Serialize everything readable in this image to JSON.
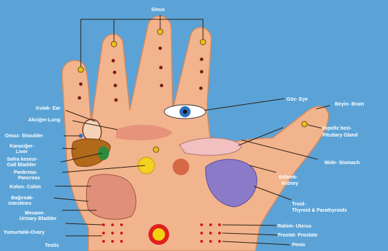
{
  "labels": {
    "sinus": "Sinus",
    "eye": "Göz- Eye",
    "brain": "Beyin- Brain",
    "ear_1": "Kulak- Ear",
    "lung": "Akciğer-Lung",
    "shoulder": "Omuz- Shoulder",
    "liver_1": "Karaciğer-",
    "liver_2": "Liver",
    "gall_1": "Safra kesesi-",
    "gall_2": "Gall Bladder",
    "pancreas_1": "Pankreas-",
    "pancreas_2": "Pancreas",
    "colon": "Kolon- Colon",
    "intestines_1": "Bağırsak-",
    "intestines_2": "Intestines",
    "bladder_1": "Mesane-",
    "bladder_2": "Urinary Bladder",
    "ovary": "Yumurtalık-Ovary",
    "testis": "Testis",
    "pituitary_1": "Hipofiz bezi-",
    "pituitary_2": "Pituitary Gland",
    "stomach": "Mide- Stomach",
    "kidney_1": "Böbrek-",
    "kidney_2": "Kidney",
    "thyroid_1": "Troid-",
    "thyroid_2": "Thyroid & Parathyroids",
    "uterus": "Rahim- Uterus",
    "prostate": "Prostat- Prostate",
    "penis": "Penis"
  },
  "colors": {
    "background": "#5ba3d6",
    "skin": "#f2b48d",
    "line": "#c0392b",
    "point": "#e8c020"
  }
}
